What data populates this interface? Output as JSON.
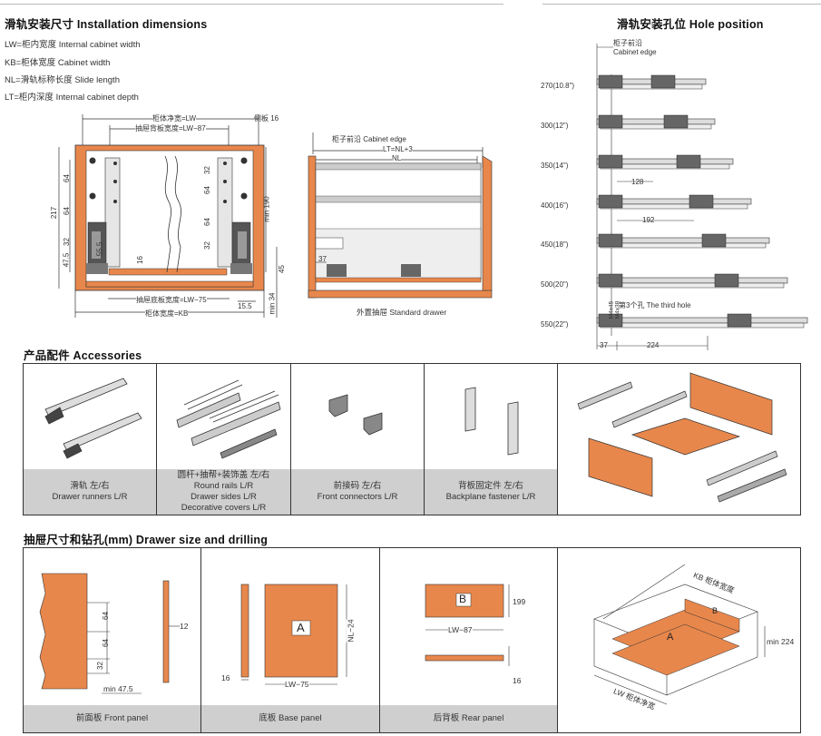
{
  "install": {
    "title": "滑轨安装尺寸 Installation dimensions",
    "defs": [
      "LW=柜内宽度  Internal cabinet width",
      "KB=柜体宽度  Cabinet width",
      "NL=滑轨标称长度  Slide length",
      "LT=柜内深度  Internal cabinet depth"
    ],
    "dims": {
      "lw": "柜体净宽=LW",
      "side_panel": "侧板 16",
      "backplane": "抽屉背板宽度=LW−87",
      "bottom": "抽屉底板宽度=LW−75",
      "kb": "柜体宽度=KB",
      "h217": "217",
      "h64a": "64",
      "h64b": "64",
      "h32a": "32",
      "h47": "47.5",
      "h55": "55.5",
      "h16": "16",
      "h32b": "32",
      "h64c": "64",
      "h64d": "64",
      "h32c": "32",
      "min190": "min 190",
      "h45": "45",
      "min34": "min 34",
      "w15": "15.5"
    },
    "drawer": {
      "edge": "柜子前沿 Cabinet edge",
      "lt": "LT=NL+3",
      "nl": "NL",
      "d37": "37",
      "caption": "外置抽屉 Standard drawer"
    }
  },
  "hole": {
    "title": "滑轨安装孔位 Hole position",
    "edge_cn": "柜子前沿",
    "edge_en": "Cabinet edge",
    "sizes": [
      "270(10.8\")",
      "300(12\")",
      "350(14\")",
      "400(16\")",
      "450(18\")",
      "500(20\")",
      "550(22\")"
    ],
    "d128": "128",
    "d192": "192",
    "d224": "224",
    "d37": "37",
    "third": "第3个孔 The third hole",
    "m45": "M4x45",
    "m38": "M4x38"
  },
  "accessories": {
    "title": "产品配件 Accessories",
    "items": [
      {
        "cn": "滑轨  左/右",
        "en": "Drawer runners  L/R"
      },
      {
        "cn": "圆杆+抽帮+装饰盖  左/右",
        "en": "Round rails  L/R",
        "en2": "Drawer sides  L/R",
        "en3": "Decorative covers  L/R"
      },
      {
        "cn": "前接码  左/右",
        "en": "Front connectors  L/R"
      },
      {
        "cn": "背板固定件  左/右",
        "en": "Backplane fastener  L/R"
      }
    ]
  },
  "drilling": {
    "title": "抽屉尺寸和钻孔(mm)  Drawer size and drilling",
    "front": {
      "caption": "前面板  Front panel",
      "d64a": "64",
      "d64b": "64",
      "d32": "32",
      "min": "min 47.5",
      "t12": "12"
    },
    "base": {
      "caption": "底板  Base panel",
      "letter": "A",
      "w": "LW−75",
      "h": "NL−24",
      "t16": "16"
    },
    "rear": {
      "caption": "后背板  Rear panel",
      "letter": "B",
      "w": "LW−87",
      "h": "199",
      "t16": "16"
    },
    "iso": {
      "kb": "KB 柜体宽度",
      "lw": "LW 柜体净宽",
      "min": "min 224",
      "a": "A",
      "b": "B"
    }
  },
  "colors": {
    "orange": "#E8874C",
    "caption_bg": "#cfcfcf"
  }
}
